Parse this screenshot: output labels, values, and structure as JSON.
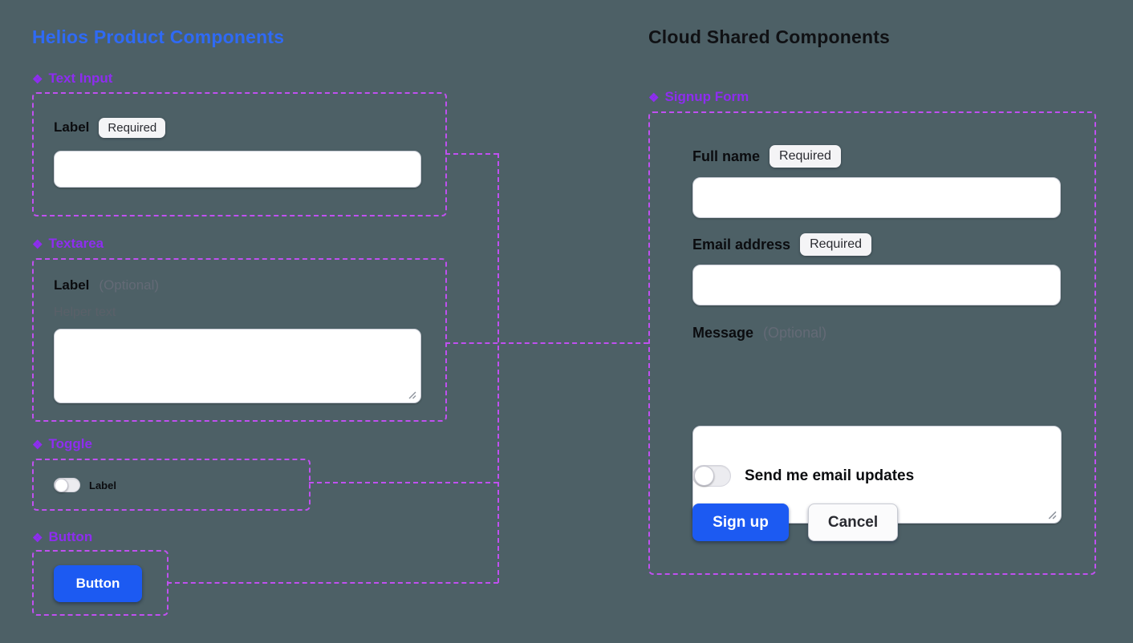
{
  "colors": {
    "canvas_background": "#4d6066",
    "component_label_purple": "#8e2df0",
    "dashed_outline_purple": "#c050f0",
    "left_title_blue": "#2f6af5",
    "right_title_dark": "#101114",
    "primary_button_blue": "#1c5af2",
    "badge_background": "#f4f4f6"
  },
  "icons": {
    "component_glyph": "❖"
  },
  "left_panel": {
    "title": "Helios Product Components",
    "text_input": {
      "component_name": "Text Input",
      "label": "Label",
      "badge": "Required",
      "value": ""
    },
    "textarea": {
      "component_name": "Textarea",
      "label": "Label",
      "optional": "(Optional)",
      "helper": "Helper text",
      "value": ""
    },
    "toggle": {
      "component_name": "Toggle",
      "label": "Label",
      "state": "off"
    },
    "button": {
      "component_name": "Button",
      "text": "Button"
    }
  },
  "right_panel": {
    "title": "Cloud Shared Components",
    "signup_form": {
      "component_name": "Signup Form",
      "full_name": {
        "label": "Full name",
        "badge": "Required",
        "value": ""
      },
      "email": {
        "label": "Email address",
        "badge": "Required",
        "value": ""
      },
      "message": {
        "label": "Message",
        "optional": "(Optional)",
        "value": ""
      },
      "updates_toggle": {
        "label": "Send me email updates",
        "state": "off"
      },
      "submit_button": "Sign up",
      "cancel_button": "Cancel"
    }
  }
}
